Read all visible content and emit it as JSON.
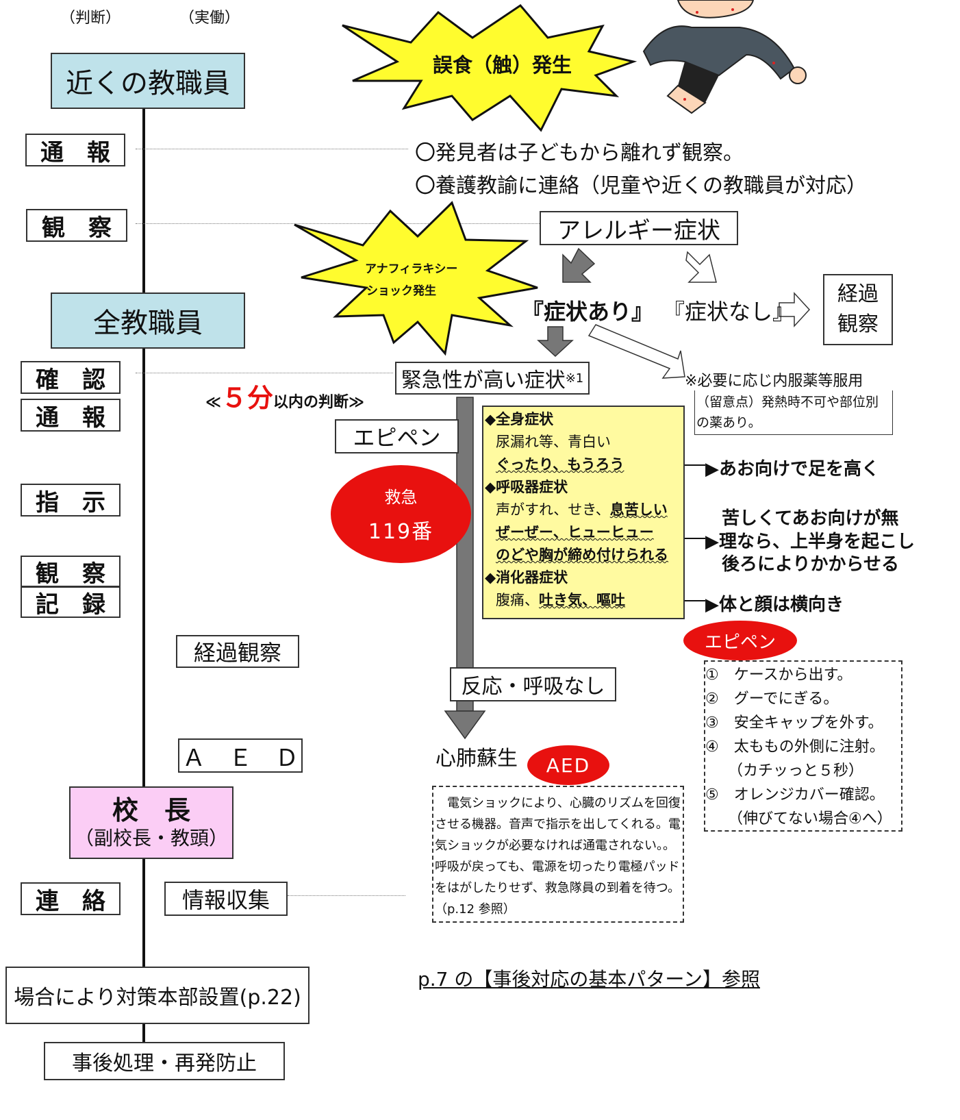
{
  "headers": {
    "judgment": "（判断）",
    "action": "（実働）"
  },
  "roles": {
    "nearby_staff": "近くの教職員",
    "all_staff": "全教職員",
    "principal_title": "校　長",
    "principal_sub": "（副校長・教頭）"
  },
  "steps": {
    "report1": "通　報",
    "observe1": "観　察",
    "confirm": "確　認",
    "report2": "通　報",
    "instruct": "指　示",
    "observe2": "観　察",
    "record": "記　録",
    "contact": "連　絡"
  },
  "actions": {
    "follow_up": "経過観察",
    "aed": "Ａ　Ｅ　Ｄ",
    "info": "情報収集",
    "hq": "場合により対策本部設置(p.22)",
    "aftercare": "事後処理・再発防止"
  },
  "burst1": "誤食（触）発生",
  "burst2_line1": "アナフィラキシー",
  "burst2_line2": "ショック発生",
  "notes": {
    "line1": "〇発見者は子どもから離れず観察。",
    "line2": "〇養護教諭に連絡（児童や近くの教職員が対応）"
  },
  "flow": {
    "allergy": "アレルギー症状",
    "symptoms_yes": "『症状あり』",
    "symptoms_no": "『症状なし』",
    "follow_obs": "経過\n観察",
    "urgent": "緊急性が高い症状",
    "urgent_note": "※1",
    "five_min_prefix": "≪",
    "five_min_num": "５分",
    "five_min_suffix": "以内の判断≫",
    "medicine": "※必要に応じ内服薬等服用",
    "medicine_note": "（留意点）発熱時不可や部位別の薬あり。",
    "epipen": "エピペン",
    "emergency_label": "救急",
    "emergency_num": "119番",
    "no_response": "反応・呼吸なし",
    "cpr": "心肺蘇生",
    "aed_badge": "AED",
    "epipen_badge": "エピペン"
  },
  "symptoms_box": {
    "systemic_title": "◆全身症状",
    "systemic_1": "尿漏れ等、青白い",
    "systemic_2": "ぐったり、もうろう",
    "resp_title": "◆呼吸器症状",
    "resp_1a": "声がすれ、せき、",
    "resp_1b": "息苦しい",
    "resp_2": "ぜーぜー、ヒューヒュー",
    "resp_3": "のどや胸が締め付けられる",
    "digest_title": "◆消化器症状",
    "digest_1a": "腹痛、",
    "digest_1b": "吐き気、嘔吐"
  },
  "responses": {
    "r1": "▶あお向けで足を高く",
    "r2_1": "苦しくてあお向けが無",
    "r2_2": "▶理なら、上半身を起こし",
    "r2_3": "後ろによりかからせる",
    "r3": "▶体と顔は横向き"
  },
  "aed_text": "電気ショックにより、心臓のリズムを回復させる機器。音声で指示を出してくれる。電気ショックが必要なければ通電されない。。呼吸が戻っても、電源を切ったり電極パッドをはがしたりせず、救急隊員の到着を待つ。（p.12 参照）",
  "epipen_steps": [
    "①　ケースから出す。",
    "②　グーでにぎる。",
    "③　安全キャップを外す。",
    "④　太ももの外側に注射。",
    "　　（カチッっと５秒）",
    "⑤　オレンジカバー確認。",
    "　　（伸びてない場合④へ）"
  ],
  "reference": "p.7 の【事後対応の基本パターン】参照"
}
